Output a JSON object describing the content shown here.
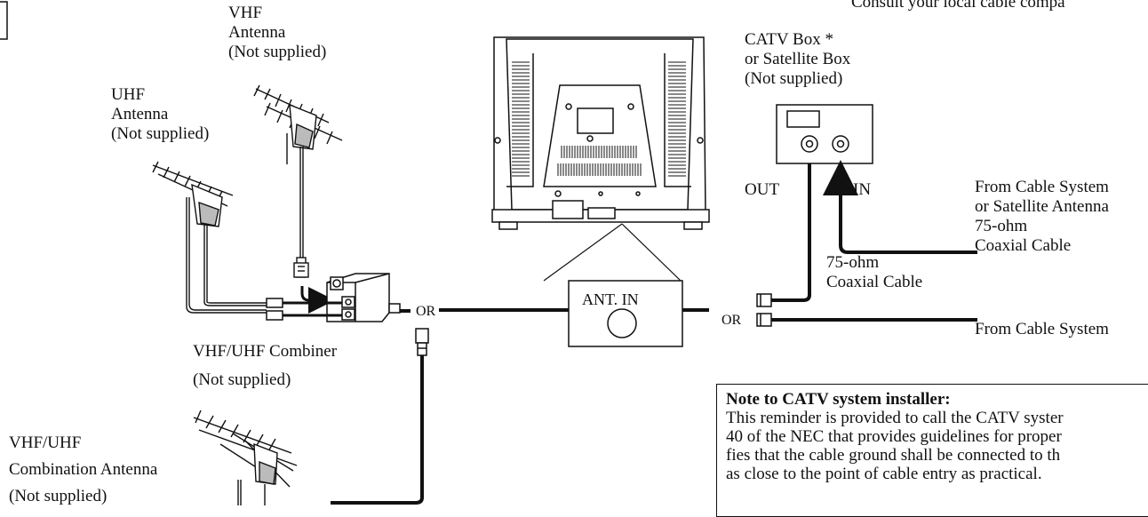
{
  "header_text": "Consult your local cable compa",
  "vhf_antenna": [
    "VHF",
    "Antenna",
    "(Not supplied)"
  ],
  "uhf_antenna": [
    "UHF",
    "Antenna",
    "(Not supplied)"
  ],
  "catv_box": [
    "CATV Box *",
    "or Satellite Box",
    "(Not supplied)"
  ],
  "combiner": [
    "VHF/UHF Combiner",
    "(Not supplied)"
  ],
  "combo_antenna": [
    "VHF/UHF",
    "Combination Antenna",
    "(Not supplied)"
  ],
  "out_label": "OUT",
  "in_label": "IN",
  "or_left": "OR",
  "or_right": "OR",
  "ant_in": "ANT. IN",
  "cable_mid": [
    "75-ohm",
    "Coaxial Cable"
  ],
  "cable_right": [
    "From Cable System",
    "or Satellite Antenna",
    "75-ohm",
    "Coaxial Cable"
  ],
  "from_cable_system": "From Cable System",
  "note": {
    "title": "Note to CATV system installer:",
    "lines": [
      "This reminder is provided to call the CATV syster",
      "40 of the NEC that provides guidelines for proper",
      "fies that the cable ground shall be connected to th",
      "as close to the point of cable entry as practical."
    ]
  }
}
